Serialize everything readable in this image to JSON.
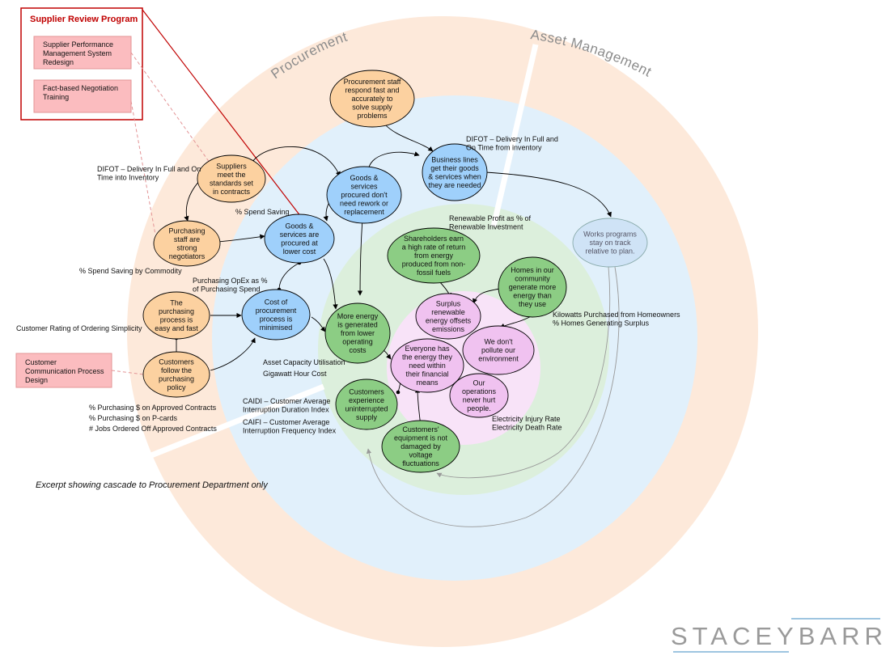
{
  "colors": {
    "outer_ring": "#fde9da",
    "middle_ring": "#e1f0fb",
    "inner_ring": "#dcefdc",
    "core": "#f8e3f8",
    "orange_node": "#fcd1a0",
    "blue_node": "#9fd0fb",
    "green_node": "#8ccd84",
    "pink_node": "#f0c2f0",
    "grey_node": "#cfe3f6",
    "program_box": "#fbbcbf",
    "program_border": "#c00000"
  },
  "rings": {
    "procurement": "Procurement",
    "asset_management": "Asset Management"
  },
  "program": {
    "title": "Supplier Review Program",
    "items": [
      {
        "l1": "Supplier Performance",
        "l2": "Management System",
        "l3": "Redesign"
      },
      {
        "l1": "Fact-based Negotiation",
        "l2": "Training",
        "l3": ""
      }
    ]
  },
  "customer_comm_box": {
    "l1": "Customer",
    "l2": "Communication Process",
    "l3": "Design"
  },
  "nodes": {
    "procurement_staff": {
      "lines": [
        "Procurement staff",
        "respond fast and",
        "accurately to",
        "solve supply",
        "problems"
      ]
    },
    "business_lines": {
      "lines": [
        "Business lines",
        "get their goods",
        "& services when",
        "they are needed"
      ]
    },
    "goods_no_rework": {
      "lines": [
        "Goods &",
        "services",
        "procured don't",
        "need rework or",
        "replacement"
      ]
    },
    "suppliers_meet": {
      "lines": [
        "Suppliers",
        "meet the",
        "standards set",
        "in contracts"
      ]
    },
    "purchasing_staff": {
      "lines": [
        "Purchasing",
        "staff are",
        "strong",
        "negotiators"
      ]
    },
    "goods_lower_cost": {
      "lines": [
        "Goods &",
        "services are",
        "procured at",
        "lower cost"
      ]
    },
    "cost_procurement": {
      "lines": [
        "Cost of",
        "procurement",
        "process is",
        "minimised"
      ]
    },
    "purchasing_easy": {
      "lines": [
        "The",
        "purchasing",
        "process is",
        "easy and fast"
      ]
    },
    "customers_follow": {
      "lines": [
        "Customers",
        "follow the",
        "purchasing",
        "policy"
      ]
    },
    "works_programs": {
      "lines": [
        "Works programs",
        "stay on track",
        "relative to plan."
      ]
    },
    "shareholders": {
      "lines": [
        "Shareholders earn",
        "a high rate of return",
        "from energy",
        "produced from non-",
        "fossil fuels"
      ]
    },
    "homes_generate": {
      "lines": [
        "Homes in our",
        "community",
        "generate more",
        "energy than",
        "they use"
      ]
    },
    "surplus_renewable": {
      "lines": [
        "Surplus",
        "renewable",
        "energy offsets",
        "emissions"
      ]
    },
    "more_energy": {
      "lines": [
        "More energy",
        "is generated",
        "from lower",
        "operating",
        "costs"
      ]
    },
    "no_pollution": {
      "lines": [
        "We don't",
        "pollute our",
        "environment"
      ]
    },
    "everyone_energy": {
      "lines": [
        "Everyone has",
        "the energy they",
        "need within",
        "their financial",
        "means"
      ]
    },
    "operations_safe": {
      "lines": [
        "Our",
        "operations",
        "never hurt",
        "people."
      ]
    },
    "uninterrupted": {
      "lines": [
        "Customers",
        "experience",
        "uninterrupted",
        "supply"
      ]
    },
    "equipment": {
      "lines": [
        "Customers'",
        "equipment is not",
        "damaged by",
        "voltage",
        "fluctuations"
      ]
    }
  },
  "measures": {
    "difot_inventory": [
      "DIFOT – Delivery In Full and",
      "On Time from inventory"
    ],
    "difot_into": [
      "DIFOT – Delivery In Full and On",
      "Time into Inventory"
    ],
    "spend_saving": [
      "% Spend Saving"
    ],
    "renewable_profit": [
      "Renewable Profit as % of",
      "Renewable Investment"
    ],
    "spend_commodity": [
      "% Spend Saving by Commodity"
    ],
    "opex": [
      "Purchasing OpEx as %",
      "of Purchasing Spend"
    ],
    "kilowatts": [
      "Kilowatts Purchased from Homeowners",
      "% Homes Generating Surplus"
    ],
    "rating": [
      "Customer Rating of Ordering Simplicity"
    ],
    "capacity": [
      "Asset Capacity Utilisation",
      "Gigawatt Hour Cost"
    ],
    "contracts": [
      "% Purchasing $ on Approved Contracts",
      "% Purchasing $ on P-cards",
      "# Jobs Ordered Off Approved Contracts"
    ],
    "caidi": [
      "CAIDI – Customer Average",
      "Interruption Duration Index",
      "CAIFI – Customer Average",
      "Interruption Frequency Index"
    ],
    "injury": [
      "Electricity Injury Rate",
      "Electricity Death Rate"
    ]
  },
  "caption": "Excerpt showing cascade to Procurement Department only",
  "brand": "STACEYBARR"
}
